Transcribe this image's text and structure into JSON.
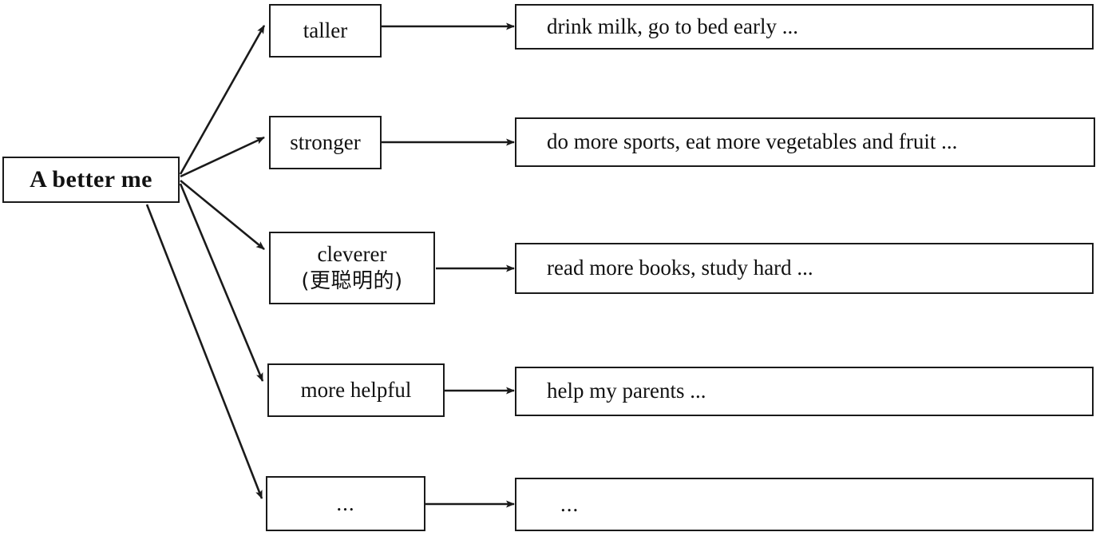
{
  "diagram": {
    "title": "A better me",
    "type": "mind-map",
    "root": {
      "label": "A better me"
    },
    "branches": [
      {
        "id": "taller",
        "label": "taller",
        "sublabel": "",
        "detail": "drink milk, go to bed early ..."
      },
      {
        "id": "stronger",
        "label": "stronger",
        "sublabel": "",
        "detail": "do more sports, eat more vegetables and fruit ..."
      },
      {
        "id": "cleverer",
        "label": "cleverer",
        "sublabel": "(更聪明的)",
        "detail": "read more books, study hard ..."
      },
      {
        "id": "more-helpful",
        "label": "more helpful",
        "sublabel": "",
        "detail": "help my parents ..."
      },
      {
        "id": "more",
        "label": "...",
        "sublabel": "",
        "detail": "..."
      }
    ],
    "colors": {
      "line": "#1a1a1a",
      "text": "#111111",
      "background": "#ffffff"
    }
  }
}
